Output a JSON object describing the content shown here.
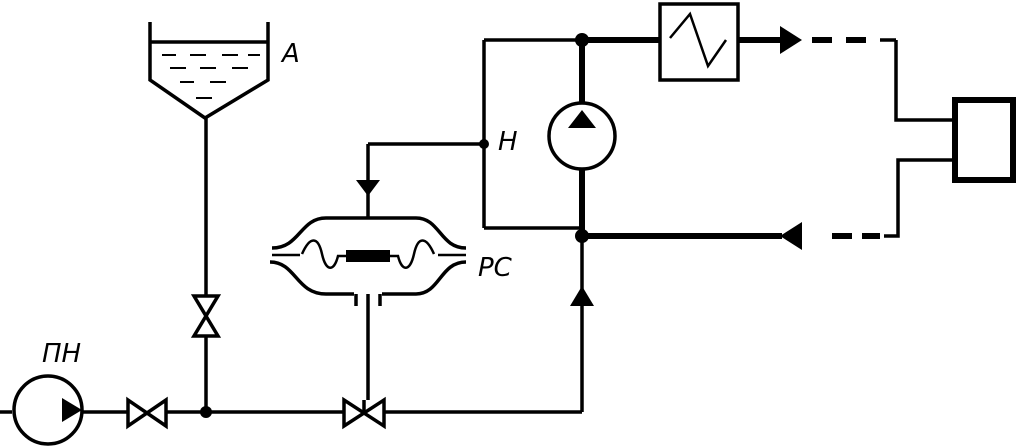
{
  "labels": {
    "tank": "A",
    "point_h": "H",
    "regulator": "PC",
    "feed_pump": "ПН"
  },
  "colors": {
    "line": "#000000",
    "background": "#ffffff"
  },
  "icons": {
    "tank": "tank-icon",
    "pump": "pump-icon",
    "valve": "valve-icon",
    "heater": "heater-icon",
    "regulator": "pressure-regulator-icon",
    "consumer": "consumer-box-icon"
  }
}
